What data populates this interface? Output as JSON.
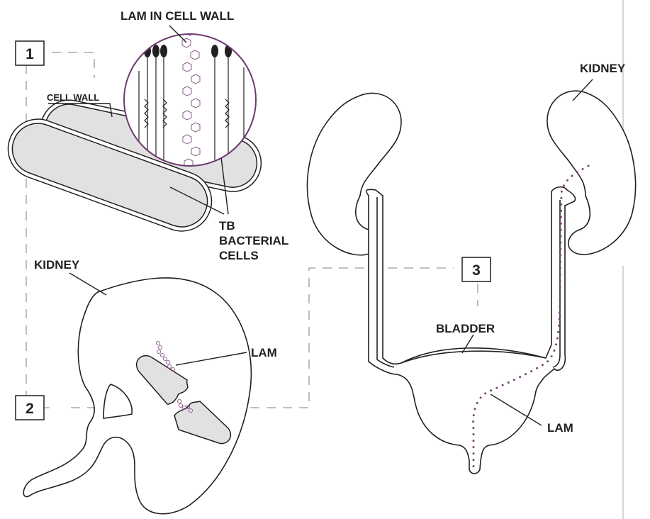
{
  "labels": {
    "lam_in_cell_wall": "LAM IN CELL WALL",
    "cell_wall": "CELL WALL",
    "tb_line1": "TB",
    "tb_line2": "BACTERIAL",
    "tb_line3": "CELLS",
    "kidney_left": "KIDNEY",
    "lam_kidney": "LAM",
    "kidney_right": "KIDNEY",
    "bladder": "BLADDER",
    "lam_bladder": "LAM"
  },
  "steps": [
    "1",
    "2",
    "3"
  ],
  "colors": {
    "ink": "#231f20",
    "lam": "#7b3f7a",
    "cell_fill": "#e1e1e1",
    "dash": "#9a9a9a",
    "magnifier_ring": "#6e3a6e"
  }
}
